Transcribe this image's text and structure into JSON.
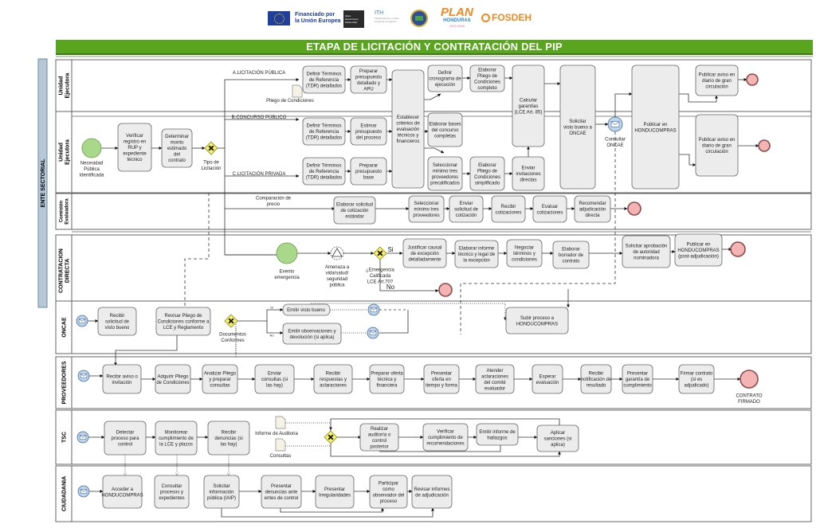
{
  "logos": {
    "eu_line1": "Financiado por",
    "eu_line2": "la Unión Europea",
    "ogp": "Open Government Partnership",
    "ith_line1": "ITH",
    "ith_line2": "Transparencia y Lucha Contra la Corrupción",
    "plan": "PLAN",
    "plan_sub": "HONDURAS",
    "plan_years": "2022-2026",
    "fosdeh": "FOSDEH"
  },
  "title": "ETAPA DE LICITACIÓN Y CONTRATACIÓN DEL PIP",
  "pool_label": "ENTE SECTORIAL",
  "colors": {
    "title_bg": "#5aa51f",
    "pool_bg": "#b6c7d6",
    "task_fill": "#ececec",
    "start_fill": "#a9d88a",
    "end_fill": "#f4b4b4",
    "gateway_fill": "#f4f06a",
    "message_fill": "#bcd6f0"
  },
  "lanes": [
    {
      "id": "ue1",
      "label": "Unidad Ejecutora"
    },
    {
      "id": "ue2",
      "label": "Unidad Ejecutora"
    },
    {
      "id": "ce",
      "label": "Comisión Evaluadora"
    },
    {
      "id": "cd",
      "label": "CONTRATACION DIRECTA"
    },
    {
      "id": "oncae",
      "label": "ONCAE"
    },
    {
      "id": "prov",
      "label": "PROVEEDORES"
    },
    {
      "id": "tsc",
      "label": "TSC"
    },
    {
      "id": "ciu",
      "label": "CIUDADANIA"
    }
  ],
  "branch_labels": {
    "a": "A.LICITACIÓN PÚBLICA",
    "b": "B.CONCURSO PÚBLICO",
    "c": "C.LICITACIÓN PRIVADA",
    "comparacion": "Comparación de precio",
    "si": "Si",
    "no": "No",
    "oncae_si": "Si",
    "oncae_no": "No"
  },
  "events": {
    "necesidad": "Necesidad Pública Identificada",
    "evento_emergencia": "Evento emergencia",
    "amenaza": "Amenaza a vida/salud/ seguridad pública",
    "consultar_oncae": "Consultar ONCAE",
    "contrato_firmado": "CONTRATO FIRMADO"
  },
  "gateways": {
    "tipo": "Tipo de Licitación",
    "emergencia": "¿Emergencia Calificada LCE Art.70?",
    "documentos": "Documentos Conformes"
  },
  "artifacts": {
    "pliego": "Pliego de Condiciones",
    "informe_auditoria": "Informe de Auditoria",
    "consultas": "Consultas"
  },
  "tasks": {
    "verificar_rup": "Verificar registro en RUP y expediente técnico",
    "determinar_monto": "Determinar monto estimado del contrato",
    "a_tdr": "Definir Términos de Referencia (TDR) detallados",
    "a_presupuesto": "Preparar presupuesto detallado y APU",
    "b_tdr": "Definir Términos de Referencia (TDR) detallados",
    "b_presupuesto": "Estimar presupuesto del proceso",
    "c_tdr": "Definir Términos de Referencia (TDR) detallados",
    "c_presupuesto": "Preparar presupuesto base",
    "criterios": "Establecer criterios de evaluación técnicos y financieros",
    "cronograma": "Definir cronograma de ejecución",
    "pliego_completo": "Elaborar Pliego de Condiciones completo",
    "bases_concurso": "Elaborar bases del concurso completas",
    "seleccionar_tres": "Seleccionar mínimo tres proveedores precalificados",
    "pliego_simplificado": "Elaborar Pliego de Condiciones simplificado",
    "invitaciones": "Enviar invitaciones directas",
    "garantias": "Calcular garantías (LCE Art. 85)",
    "visto_bueno": "Solicitar visto bueno a ONCAE",
    "publicar_hc": "Publicar en HONDUCOMPRAS",
    "aviso_diario_1": "Publicar aviso en diario de gran circulación",
    "aviso_diario_2": "Publicar aviso en diario de gran circulación",
    "ce_solicitud": "Elaborar solicitud de cotización estándar",
    "ce_seleccionar": "Seleccionar mínimo tres proveedores",
    "ce_enviar": "Enviar solicitud de cotización",
    "ce_recibir": "Recibir cotizaciones",
    "ce_evaluar": "Evaluar cotizaciones",
    "ce_recomendar": "Recomendar adjudicación directa",
    "cd_justificar": "Justificar causal de excepción detalladamente",
    "cd_informe": "Elaborar informe técnico y legal de la excepción",
    "cd_negociar": "Negociar términos y condiciones",
    "cd_borrador": "Elaborar borrador de contrato",
    "cd_aprobacion": "Solicitar aprobación de autoridad nominadora",
    "cd_publicar": "Publicar en HONDUCOMPRAS (post-adjudicación)",
    "on_recibir": "Recibir solicitud de visto bueno",
    "on_revisar": "Revisar Pliego de Condiciones conforme a LCE y Reglamento",
    "on_emitir_vb": "Emitir visto bueno",
    "on_emitir_obs": "Emitir observaciones y devolución (si aplica)",
    "on_subir": "Subir proceso a HONDUCOMPRAS",
    "pr_recibir": "Recibir aviso o invitación",
    "pr_adquirir": "Adquirir Pliego de Condiciones",
    "pr_analizar": "Analizar Pliego y preparar consultas",
    "pr_enviar": "Enviar consultas (si las hay)",
    "pr_respuestas": "Recibir respuestas y aclaraciones",
    "pr_oferta": "Preparar oferta técnica y financiera",
    "pr_presentar": "Presentar oferta en tiempo y forma",
    "pr_atender": "Atender aclaraciones del comité evaluador",
    "pr_esperar": "Esperar evaluación",
    "pr_notificacion": "Recibir notificación de resultado",
    "pr_garantia": "Presentar garantía de cumplimiento",
    "pr_firmar": "Firmar contrato (si es adjudicado)",
    "tsc_detectar": "Detectar proceso para control",
    "tsc_monitorear": "Monitorear cumplimiento de la LCE y plazos",
    "tsc_denuncias": "Recibir denuncias (si las hay)",
    "tsc_auditoria": "Realizar auditoría o control posterior",
    "tsc_verificar": "Verificar cumplimiento de recomendaciones",
    "tsc_hallazgos": "Emitir informe de hallazgos",
    "tsc_sanciones": "Aplicar sanciones (si aplica)",
    "ci_acceder": "Acceder a HONDUCOMPRAS",
    "ci_consultar": "Consultar procesos y expedientes",
    "ci_solicitar": "Solicitar información pública (IAIP)",
    "ci_denuncias": "Presentar denuncias ante entes de control",
    "ci_irregularidades": "Presentar Irregularidades",
    "ci_observador": "Participar como observador del proceso",
    "ci_revisar": "Revisar informes de adjudicación"
  }
}
